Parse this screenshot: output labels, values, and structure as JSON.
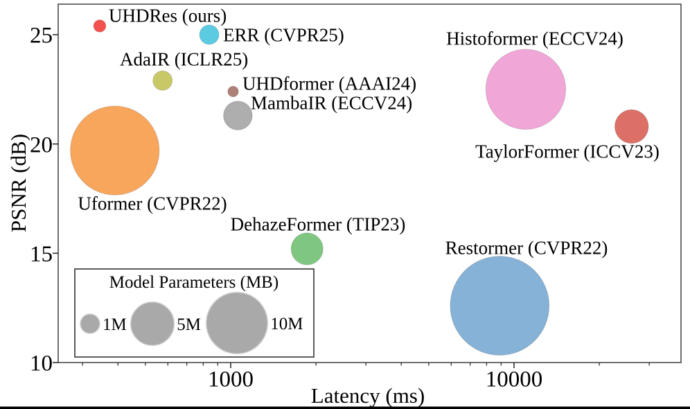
{
  "chart_data": {
    "type": "scatter",
    "title": "",
    "xlabel": "Latency (ms)",
    "ylabel": "PSNR (dB)",
    "x_scale": "log",
    "xlim_ms": [
      246,
      38800
    ],
    "ylim_db": [
      10,
      26.4
    ],
    "x_ticks": [
      1000,
      10000
    ],
    "x_tick_labels": [
      "1000",
      "10000"
    ],
    "x_minor_ticks": [
      300,
      400,
      500,
      600,
      700,
      800,
      900,
      2000,
      3000,
      4000,
      5000,
      6000,
      7000,
      8000,
      9000,
      20000,
      30000
    ],
    "y_ticks": [
      10,
      15,
      20,
      25
    ],
    "y_tick_labels": [
      "10",
      "15",
      "20",
      "25"
    ],
    "grid": false,
    "bubble_size_meaning": "Model Parameters (MB)",
    "points": [
      {
        "id": "uhdres",
        "label": "UHDRes (ours)",
        "latency_ms": 345,
        "psnr_db": 25.4,
        "params_mb": 0.4,
        "color": "#f4514e"
      },
      {
        "id": "err",
        "label": "ERR (CVPR25)",
        "latency_ms": 840,
        "psnr_db": 25.0,
        "params_mb": 1.0,
        "color": "#5bcbe2"
      },
      {
        "id": "adair",
        "label": "AdaIR (ICLR25)",
        "latency_ms": 575,
        "psnr_db": 22.9,
        "params_mb": 1.0,
        "color": "#c9c866"
      },
      {
        "id": "uhdformer",
        "label": "UHDformer (AAAI24)",
        "latency_ms": 1020,
        "psnr_db": 22.4,
        "params_mb": 0.3,
        "color": "#ad8177"
      },
      {
        "id": "mambair",
        "label": "MambaIR (ECCV24)",
        "latency_ms": 1060,
        "psnr_db": 21.3,
        "params_mb": 2.2,
        "color": "#aeaeae"
      },
      {
        "id": "histoformer",
        "label": "Histoformer (ECCV24)",
        "latency_ms": 11000,
        "psnr_db": 22.5,
        "params_mb": 17.0,
        "color": "#f1a6d8"
      },
      {
        "id": "taylorformer",
        "label": "TaylorFormer (ICCV23)",
        "latency_ms": 26000,
        "psnr_db": 20.8,
        "params_mb": 3.0,
        "color": "#dc6f66"
      },
      {
        "id": "uformer",
        "label": "Uformer (CVPR22)",
        "latency_ms": 390,
        "psnr_db": 19.7,
        "params_mb": 21.0,
        "color": "#f9a65d"
      },
      {
        "id": "dehazeformer",
        "label": "DehazeFormer (TIP23)",
        "latency_ms": 1860,
        "psnr_db": 15.2,
        "params_mb": 2.7,
        "color": "#7fc681"
      },
      {
        "id": "restormer",
        "label": "Restormer (CVPR22)",
        "latency_ms": 8900,
        "psnr_db": 12.6,
        "params_mb": 26.0,
        "color": "#85b2d6"
      }
    ],
    "legend": {
      "title": "Model Parameters (MB)",
      "position": "lower left",
      "swatch_color": "#a9a9a9",
      "items": [
        {
          "label": "1M",
          "params_mb": 1
        },
        {
          "label": "5M",
          "params_mb": 5
        },
        {
          "label": "10M",
          "params_mb": 10
        }
      ]
    }
  }
}
